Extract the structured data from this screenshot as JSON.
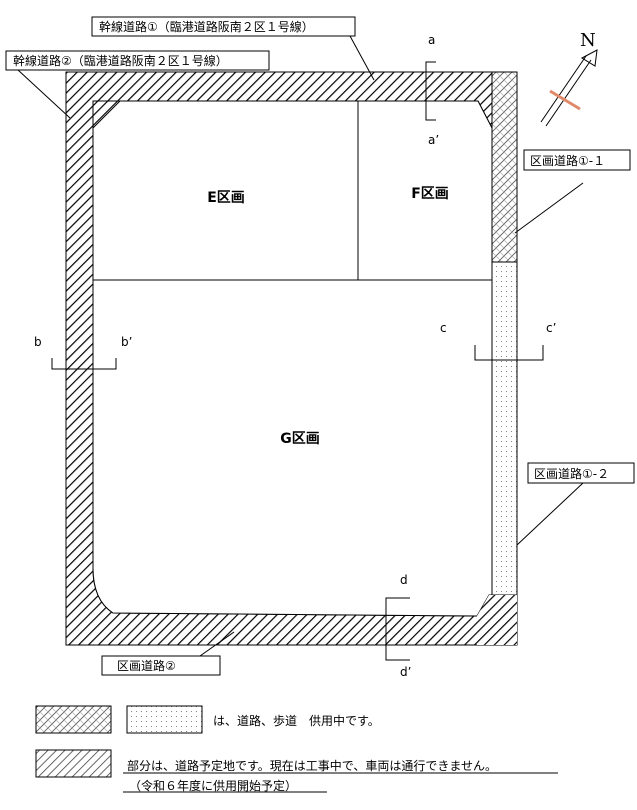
{
  "labels": {
    "trunk_road_1": "幹線道路①（臨港道路阪南２区１号線）",
    "trunk_road_2": "幹線道路②（臨港道路阪南２区１号線）",
    "district_road_1_1": "区画道路①-１",
    "district_road_1_2": "区画道路①-２",
    "district_road_2": "区画道路②"
  },
  "blocks": {
    "e": "E区画",
    "f": "F区画",
    "g": "G区画"
  },
  "sections": {
    "a": "a",
    "a_prime": "a’",
    "b": "b",
    "b_prime": "b’",
    "c": "c",
    "c_prime": "c’",
    "d": "d",
    "d_prime": "d’"
  },
  "north": "N",
  "legend": {
    "in_service": "は、道路、歩道　供用中です。",
    "planned_line1": "部分は、道路予定地です。現在は工事中で、車両は通行できません。",
    "planned_line2": "（令和６年度に供用開始予定）"
  }
}
